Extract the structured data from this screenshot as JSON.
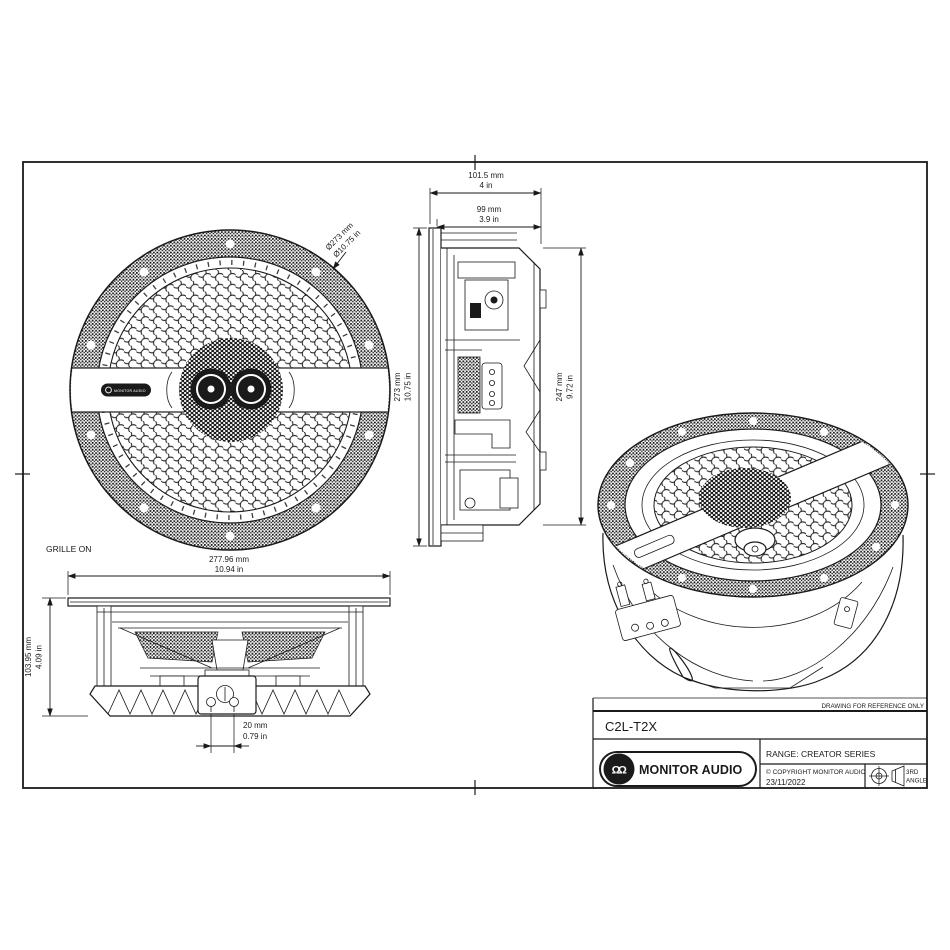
{
  "sheet": {
    "views": {
      "front": {
        "diameter_mm": "Ø273 mm",
        "diameter_in": "Ø10.75 in",
        "bar_brand": "MONITOR AUDIO"
      },
      "side": {
        "depth_overall_mm": "101.5 mm",
        "depth_overall_in": "4 in",
        "depth_body_mm": "99 mm",
        "depth_body_in": "3.9 in",
        "height_mm": "273 mm",
        "height_in": "10.75 in",
        "cutout_mm": "247 mm",
        "cutout_in": "9.72 in"
      },
      "grille_on": {
        "label": "GRILLE ON",
        "width_mm": "277.96 mm",
        "width_in": "10.94 in",
        "height_mm": "103.95 mm",
        "height_in": "4.09 in",
        "terminal_mm": "20 mm",
        "terminal_in": "0.79 in"
      }
    },
    "title_block": {
      "reference_note": "DRAWING FOR REFERENCE ONLY",
      "model": "C2L-T2X",
      "range": "RANGE: CREATOR SERIES",
      "copyright": "© COPYRIGHT MONITOR AUDIO",
      "date": "23/11/2022",
      "projection_line1": "3RD",
      "projection_line2": "ANGLE",
      "brand": "MONITOR AUDIO"
    }
  },
  "icons": {
    "roundel_glyph": "ΩΩ"
  },
  "colors": {
    "ink": "#1a1a1a",
    "paper": "#ffffff"
  }
}
